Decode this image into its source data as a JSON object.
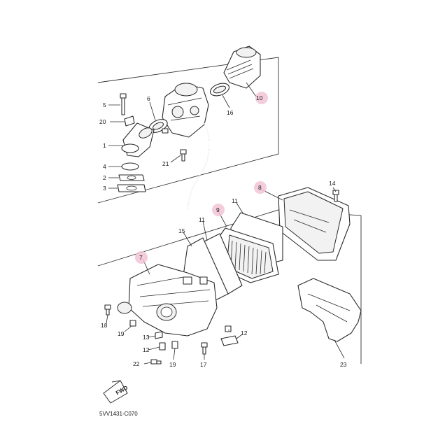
{
  "callouts": {
    "c1": "1",
    "c2": "2",
    "c3": "3",
    "c4": "4",
    "c5": "5",
    "c6": "6",
    "c7": "7",
    "c8": "8",
    "c9": "9",
    "c10": "10",
    "c11a": "11",
    "c11b": "11",
    "c12a": "12",
    "c12b": "12",
    "c13": "13",
    "c14": "14",
    "c15": "15",
    "c16": "16",
    "c17": "17",
    "c18": "18",
    "c19a": "19",
    "c19b": "19",
    "c20": "20",
    "c21": "21",
    "c22": "22",
    "c23": "23"
  },
  "fwd_mark": "FWD",
  "drawing_code": "5VV1431-C070",
  "highlight_color": "#f2c4d6"
}
